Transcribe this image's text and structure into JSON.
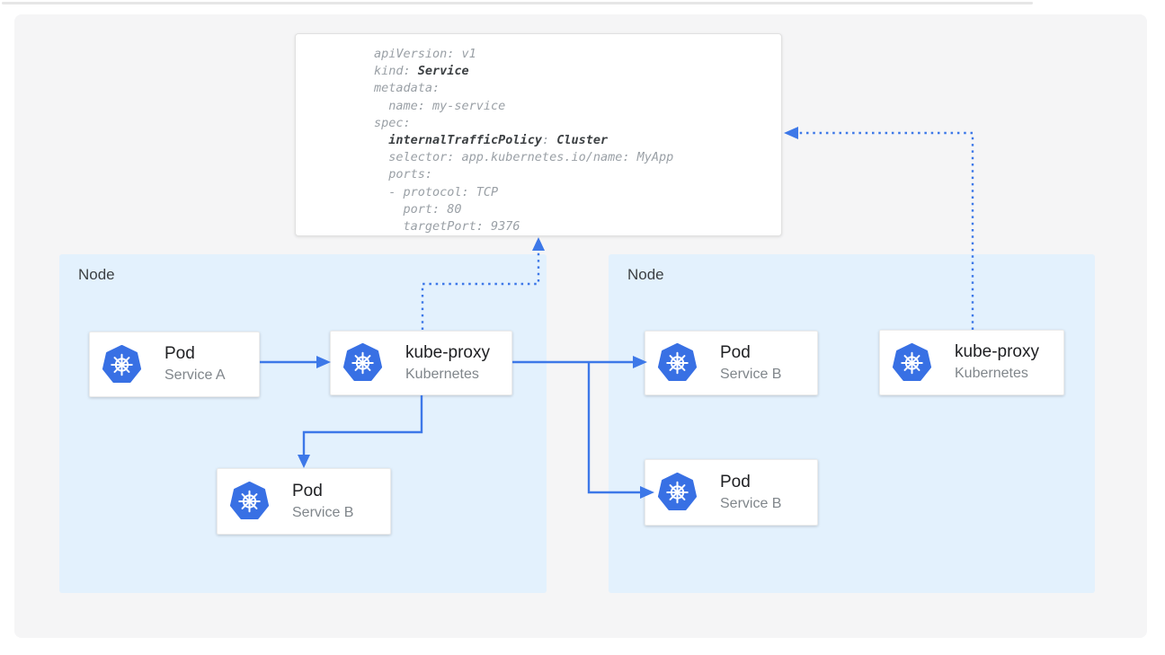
{
  "yaml_card": {
    "l1": "apiVersion: v1",
    "l2a": "kind: ",
    "l2b": "Service",
    "l3": "metadata:",
    "l4": "  name: my-service",
    "l5": "spec:",
    "l6a": "  ",
    "l6b": "internalTrafficPolicy",
    "l6c": ": ",
    "l6d": "Cluster",
    "l7": "  selector: app.kubernetes.io/name: MyApp",
    "l8": "  ports:",
    "l9": "  - protocol: TCP",
    "l10": "    port: 80",
    "l11": "    targetPort: 9376"
  },
  "nodes": [
    {
      "label": "Node",
      "boxes": [
        {
          "title": "Pod",
          "subtitle": "Service A",
          "icon": "kubernetes-icon"
        },
        {
          "title": "kube-proxy",
          "subtitle": "Kubernetes",
          "icon": "kubernetes-icon"
        },
        {
          "title": "Pod",
          "subtitle": "Service B",
          "icon": "kubernetes-icon"
        }
      ]
    },
    {
      "label": "Node",
      "boxes": [
        {
          "title": "Pod",
          "subtitle": "Service B",
          "icon": "kubernetes-icon"
        },
        {
          "title": "Pod",
          "subtitle": "Service B",
          "icon": "kubernetes-icon"
        },
        {
          "title": "kube-proxy",
          "subtitle": "Kubernetes",
          "icon": "kubernetes-icon"
        }
      ]
    }
  ],
  "edges": [
    {
      "from": "pod-service-a",
      "to": "kube-proxy-left",
      "style": "solid"
    },
    {
      "from": "kube-proxy-left",
      "to": "pod-service-b-left",
      "style": "solid"
    },
    {
      "from": "kube-proxy-left",
      "to": "pod-service-b-right-1",
      "style": "solid"
    },
    {
      "from": "kube-proxy-left",
      "to": "pod-service-b-right-2",
      "style": "solid"
    },
    {
      "from": "kube-proxy-left",
      "to": "service-yaml-card",
      "style": "dotted"
    },
    {
      "from": "kube-proxy-right",
      "to": "service-yaml-card",
      "style": "dotted"
    }
  ],
  "colors": {
    "arrow_blue": "#3d78e8",
    "kubernetes_blue": "#3870e4",
    "node_background": "#e3f1fd",
    "panel_background": "#f5f5f6",
    "code_gray": "#9aa0a6",
    "code_bold": "#3c4043"
  }
}
